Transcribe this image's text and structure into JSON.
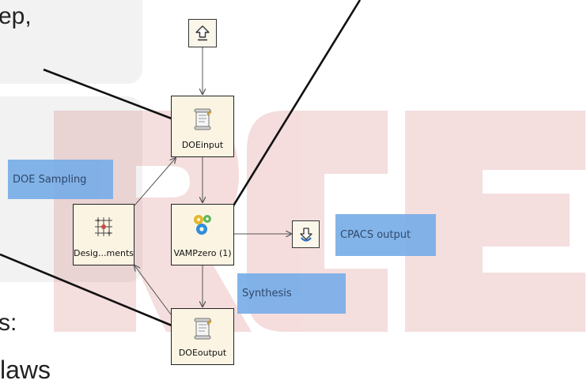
{
  "partial_text": {
    "top": "ep,",
    "bottom_colon": "s:",
    "bottom_cut": "laws"
  },
  "watermark": {
    "text": "RCE",
    "color": "#c94a4a"
  },
  "nodes": {
    "doe_input": "DOEinput",
    "vampzero": "VAMPzero (1)",
    "design": "Desig...ments",
    "doe_output": "DOEoutput"
  },
  "tags": {
    "doe_sampling": "DOE Sampling",
    "cpacs_output": "CPACS output",
    "synthesis": "Synthesis"
  },
  "colors": {
    "tag": "#79aee8",
    "node_fill": "#fcf4e3",
    "panel": "#f2f2f2"
  },
  "icons": {
    "start": "upload-arrow-icon",
    "doe_input": "script-icon",
    "vampzero": "gears-icon",
    "design": "design-grid-icon",
    "cpacs_output": "download-arrow-icon",
    "doe_output": "script-icon"
  }
}
